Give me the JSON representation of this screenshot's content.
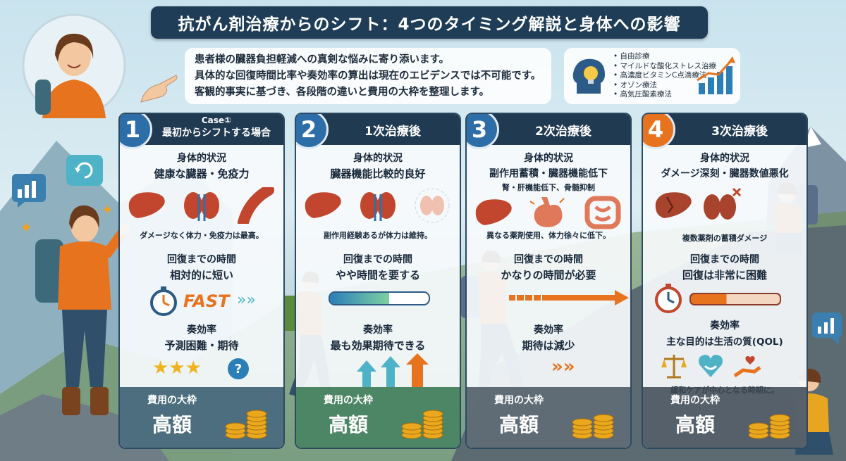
{
  "title": "抗がん剤治療からのシフト：4つのタイミング解説と身体への影響",
  "intro": [
    "患者様の臓器負担軽減への真剣な悩みに寄り添います。",
    "具体的な回復時間比率や奏効率の算出は現在のエビデンスでは不可能です。",
    "客観的事実に基づき、各段階の違いと費用の大枠を整理します。"
  ],
  "therapies": [
    "自由診療",
    "マイルドな酸化ストレス治療",
    "高濃度ビタミンC点滴療法",
    "オゾン療法",
    "高気圧酸素療法"
  ],
  "panels": [
    {
      "num": "1",
      "title_sub": "Case①",
      "title": "最初からシフトする場合",
      "body_label": "身体的状況",
      "body_state": "健康な臓器・免疫力",
      "body_state2": "",
      "body_note": "ダメージなく体力・免疫力は最高。",
      "recovery_label": "回復までの時間",
      "recovery_value": "相対的に短い",
      "speed_word": "FAST",
      "efficacy_label": "奏効率",
      "efficacy_value": "予測困難・期待",
      "cost_label": "費用の大枠",
      "cost_value": "高額"
    },
    {
      "num": "2",
      "title_sub": "",
      "title": "1次治療後",
      "body_label": "身体的状況",
      "body_state": "臓器機能比較的良好",
      "body_state2": "",
      "body_note": "副作用経験あるが体力は維持。",
      "recovery_label": "回復までの時間",
      "recovery_value": "やや時間を要する",
      "speed_word": "",
      "efficacy_label": "奏効率",
      "efficacy_value": "最も効果期待できる",
      "cost_label": "費用の大枠",
      "cost_value": "高額"
    },
    {
      "num": "3",
      "title_sub": "",
      "title": "2次治療後",
      "body_label": "身体的状況",
      "body_state": "副作用蓄積・臓器機能低下",
      "body_state2": "腎・肝機能低下、骨髄抑制",
      "body_note": "異なる薬剤使用、体力徐々に低下。",
      "recovery_label": "回復までの時間",
      "recovery_value": "かなりの時間が必要",
      "speed_word": "",
      "efficacy_label": "奏効率",
      "efficacy_value": "期待は減少",
      "cost_label": "費用の大枠",
      "cost_value": "高額"
    },
    {
      "num": "4",
      "title_sub": "",
      "title": "3次治療後",
      "body_label": "身体的状況",
      "body_state": "ダメージ深刻・臓器数値悪化",
      "body_state2": "",
      "body_note": "複数薬剤の蓄積ダメージ",
      "recovery_label": "回復までの時間",
      "recovery_value": "回復は非常に困難",
      "speed_word": "",
      "efficacy_label": "奏効率",
      "efficacy_value": "主な目的は生活の質(QOL)",
      "care_note": "緩和ケアが中心となる時期に。",
      "cost_label": "費用の大枠",
      "cost_value": "高額"
    }
  ],
  "colors": {
    "title_bg": "#1f3d57",
    "badge": "#2d6ea8",
    "orange": "#e8731f",
    "cost_bg": "#1c3a52"
  }
}
